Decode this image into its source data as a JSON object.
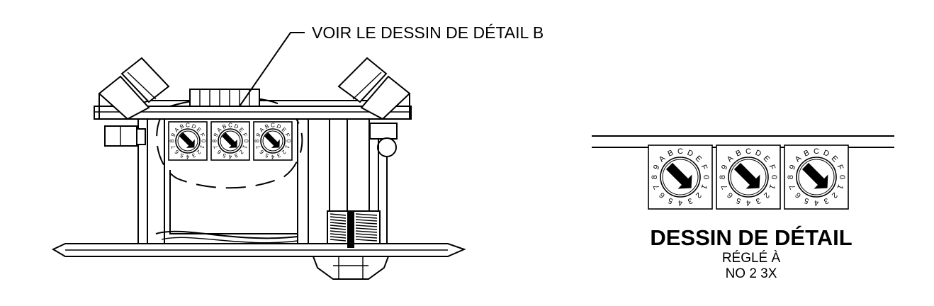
{
  "callout": {
    "text": "VOIR LE DESSIN DE DÉTAIL B"
  },
  "detail": {
    "title": "DESSIN DE DÉTAIL",
    "line1": "RÉGLÉ À",
    "line2": "NO 2 3X"
  },
  "dial": {
    "characters": [
      "0",
      "1",
      "2",
      "3",
      "4",
      "5",
      "6",
      "7",
      "8",
      "9",
      "A",
      "B",
      "C",
      "D",
      "E",
      "F"
    ]
  },
  "dials": [
    {
      "pointer": "1"
    },
    {
      "pointer": "2"
    },
    {
      "pointer": "3"
    }
  ]
}
